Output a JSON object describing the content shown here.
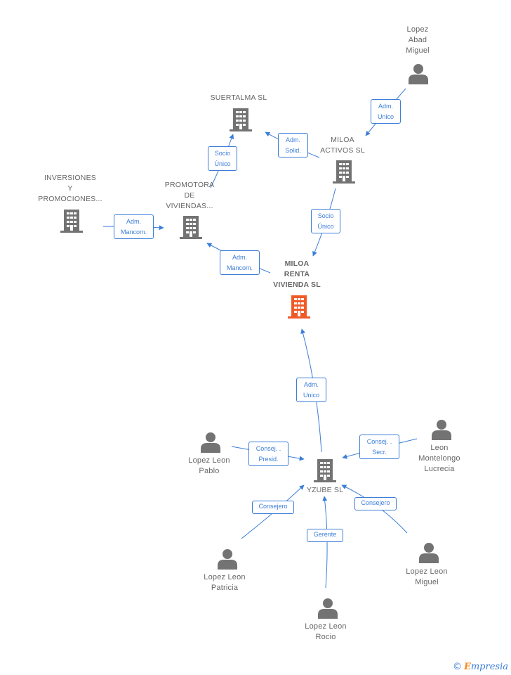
{
  "colors": {
    "edge": "#3b7dd8",
    "icon": "#737373",
    "focus": "#f05a28",
    "text": "#666666"
  },
  "nodes": {
    "lopez_abad_miguel": {
      "label": "Lopez\nAbad\nMiguel",
      "icon": "person-icon"
    },
    "suertalma": {
      "label": "SUERTALMA SL",
      "icon": "building-icon"
    },
    "miloa_activos": {
      "label": "MILOA\nACTIVOS SL",
      "icon": "building-icon"
    },
    "inversiones": {
      "label": "INVERSIONES\nY\nPROMOCIONES...",
      "icon": "building-icon"
    },
    "promotora": {
      "label": "PROMOTORA\nDE\nVIVIENDAS...",
      "icon": "building-icon"
    },
    "miloa_renta": {
      "label": "MILOA\nRENTA\nVIVIENDA SL",
      "icon": "building-icon"
    },
    "yzube": {
      "label": "YZUBE SL",
      "icon": "building-icon"
    },
    "lopez_leon_pablo": {
      "label": "Lopez Leon\nPablo",
      "icon": "person-icon"
    },
    "leon_montelongo": {
      "label": "Leon\nMontelongo\nLucrecia",
      "icon": "person-icon"
    },
    "lopez_leon_patricia": {
      "label": "Lopez Leon\nPatricia",
      "icon": "person-icon"
    },
    "lopez_leon_miguel": {
      "label": "Lopez Leon\nMiguel",
      "icon": "person-icon"
    },
    "lopez_leon_rocio": {
      "label": "Lopez Leon\nRocio",
      "icon": "person-icon"
    }
  },
  "edges": {
    "abad_to_activos": "Adm.\nUnico",
    "activos_to_suertalma": "Adm.\nSolid.",
    "promotora_to_suertalma": "Socio\nÚnico",
    "inversiones_to_promotora": "Adm.\nMancom.",
    "activos_to_renta": "Socio\nÚnico",
    "renta_to_promotora": "Adm.\nMancom.",
    "yzube_to_renta": "Adm.\nUnico",
    "pablo_to_yzube": "Consej. .\nPresid.",
    "lucrecia_to_yzube": "Consej. .\nSecr.",
    "patricia_to_yzube": "Consejero",
    "miguel_to_yzube": "Consejero",
    "rocio_to_yzube": "Gerente"
  },
  "brand": {
    "copyright": "©",
    "first_letter": "E",
    "rest": "mpresia"
  }
}
